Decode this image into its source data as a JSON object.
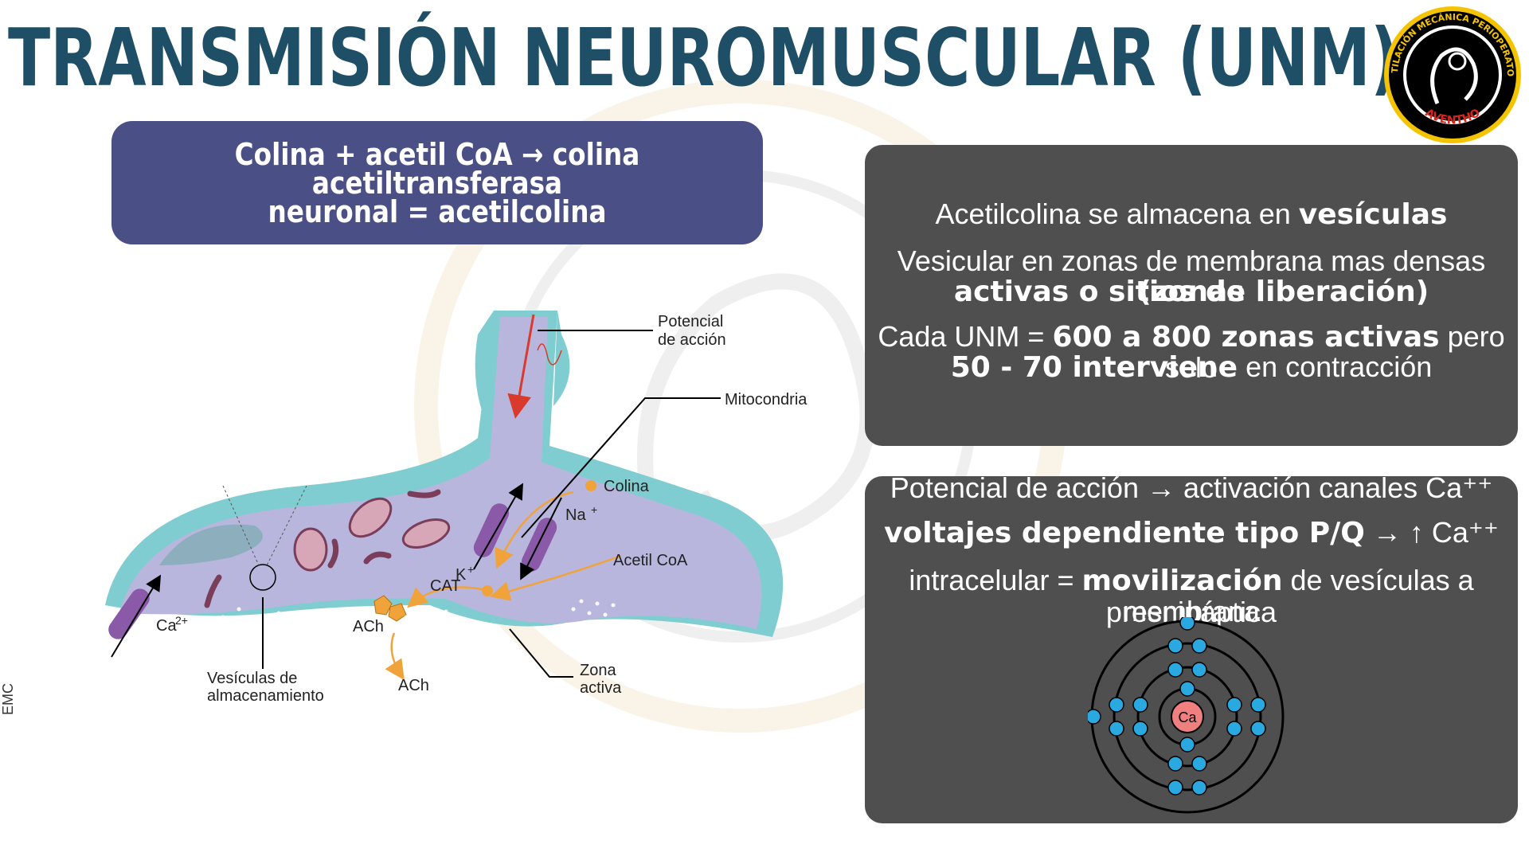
{
  "title": "TRANSMISIÓN NEUROMUSCULAR (UNM)",
  "logo": {
    "ring_text": "VENTILACIÓN MECÁNICA PERIOPERATORIA",
    "brand": "AVENTHO",
    "ring_color": "#f5c400",
    "inner_color": "#000000"
  },
  "synthesis_box": {
    "line1": "Colina + acetil CoA → colina acetiltransferasa",
    "line2": "neuronal = acetilcolina",
    "bg_color": "#4a4f86"
  },
  "storage_box": {
    "line1_pre": "Acetilcolina se almacena en ",
    "line1_bold": "vesículas",
    "line2_pre": "Vesicular en zonas de membrana mas densas ",
    "line2_bold": "(zonas",
    "line3_bold": "activas o sitios de liberación)",
    "line4_pre": "Cada UNM = ",
    "line4_bold": "600 a 800 zonas activas",
    "line4_post": " pero solo",
    "line5_bold": "50 - 70 interviene",
    "line5_post": " en contracción",
    "bg_color": "#4f4f4f"
  },
  "calcium_box": {
    "line1": "Potencial de acción → activación canales Ca⁺⁺",
    "line2_bold": "voltajes dependiente tipo P/Q",
    "line2_post": " → ↑ Ca⁺⁺",
    "line3_pre": "intracelular = ",
    "line3_bold": "movilización",
    "line3_post": " de vesículas a membrana",
    "line4": "presnipáptica",
    "atom_label": "Ca"
  },
  "diagram_labels": {
    "potencial": "Potencial",
    "de_accion": "de acción",
    "mitocondria": "Mitocondria",
    "colina": "Colina",
    "na": "Na",
    "k": "K",
    "acetil_coa": "Acetil CoA",
    "cat": "CAT",
    "ach_top": "ACh",
    "ach_bottom": "ACh",
    "ca": "Ca",
    "ca_charge": "2+",
    "vesiculas_1": "Vesículas de",
    "vesiculas_2": "almacenamiento",
    "zona": "Zona",
    "activa": "activa",
    "credit": "EMC"
  },
  "colors": {
    "title": "#1f4f66",
    "membrane": "#7fcdd0",
    "cytoplasm": "#b9b6dd",
    "channel": "#8a5aa8",
    "arrow_orange": "#f0a33a",
    "arrow_red": "#d93a2b",
    "electron": "#29a9e0",
    "nucleus": "#f08080"
  }
}
